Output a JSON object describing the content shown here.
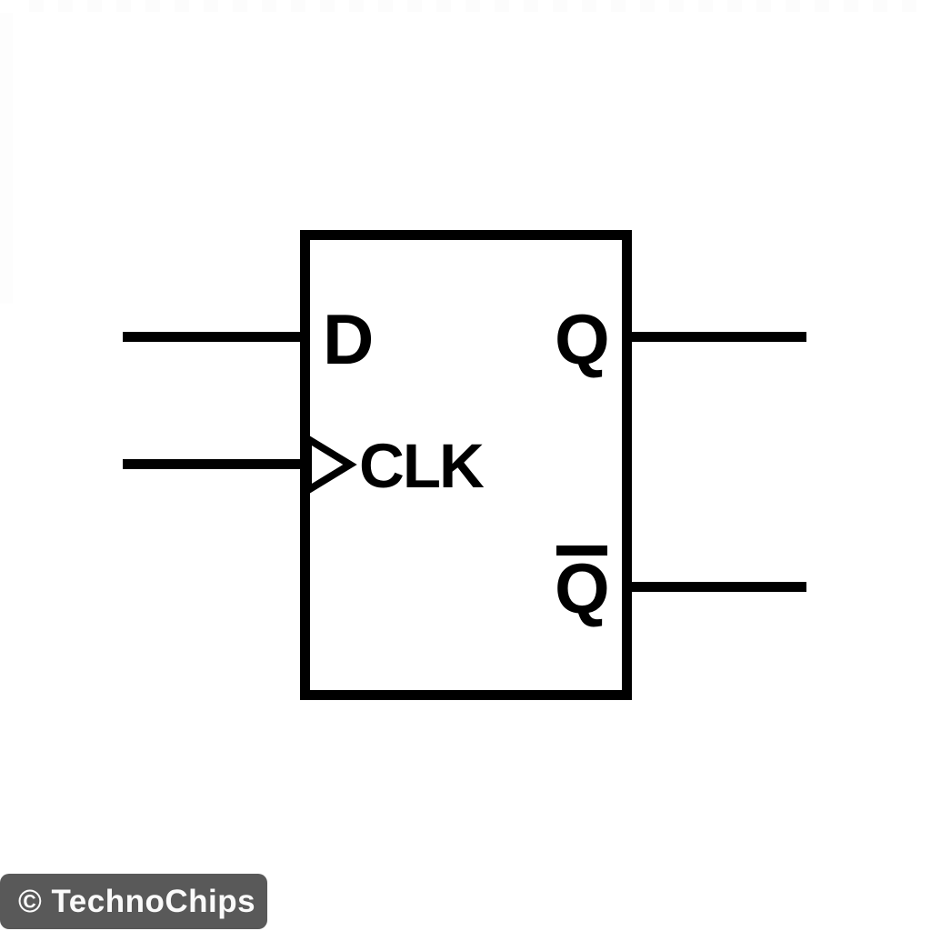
{
  "diagram": {
    "labels": {
      "d_input": "D",
      "clk_input": "CLK",
      "q_output": "Q",
      "q_bar_output": "Q"
    },
    "colors": {
      "line": "#000000",
      "background": "#ffffff"
    }
  },
  "watermark": {
    "text": "© TechnoChips",
    "background": "#595959",
    "text_color": "#fafafa"
  }
}
